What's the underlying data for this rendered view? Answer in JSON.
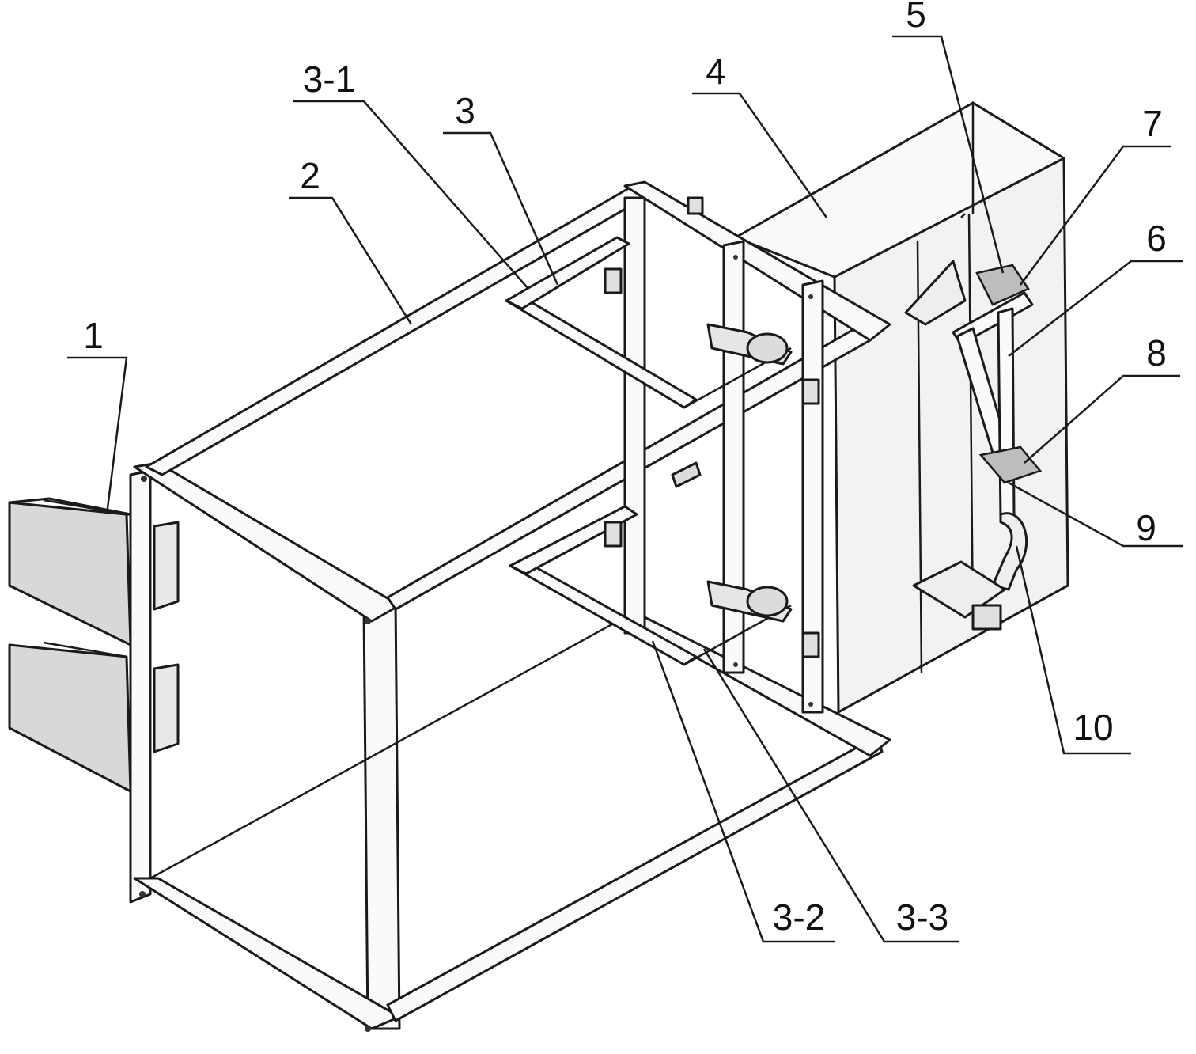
{
  "figure": {
    "labels": [
      {
        "key": "part-1",
        "text": "1"
      },
      {
        "key": "part-2",
        "text": "2"
      },
      {
        "key": "part-3",
        "text": "3"
      },
      {
        "key": "part-3-1",
        "text": "3-1"
      },
      {
        "key": "part-4",
        "text": "4"
      },
      {
        "key": "part-5",
        "text": "5"
      },
      {
        "key": "part-6",
        "text": "6"
      },
      {
        "key": "part-7",
        "text": "7"
      },
      {
        "key": "part-8",
        "text": "8"
      },
      {
        "key": "part-9",
        "text": "9"
      },
      {
        "key": "part-10",
        "text": "10"
      },
      {
        "key": "part-3-2",
        "text": "3-2"
      },
      {
        "key": "part-3-3",
        "text": "3-3"
      }
    ]
  }
}
